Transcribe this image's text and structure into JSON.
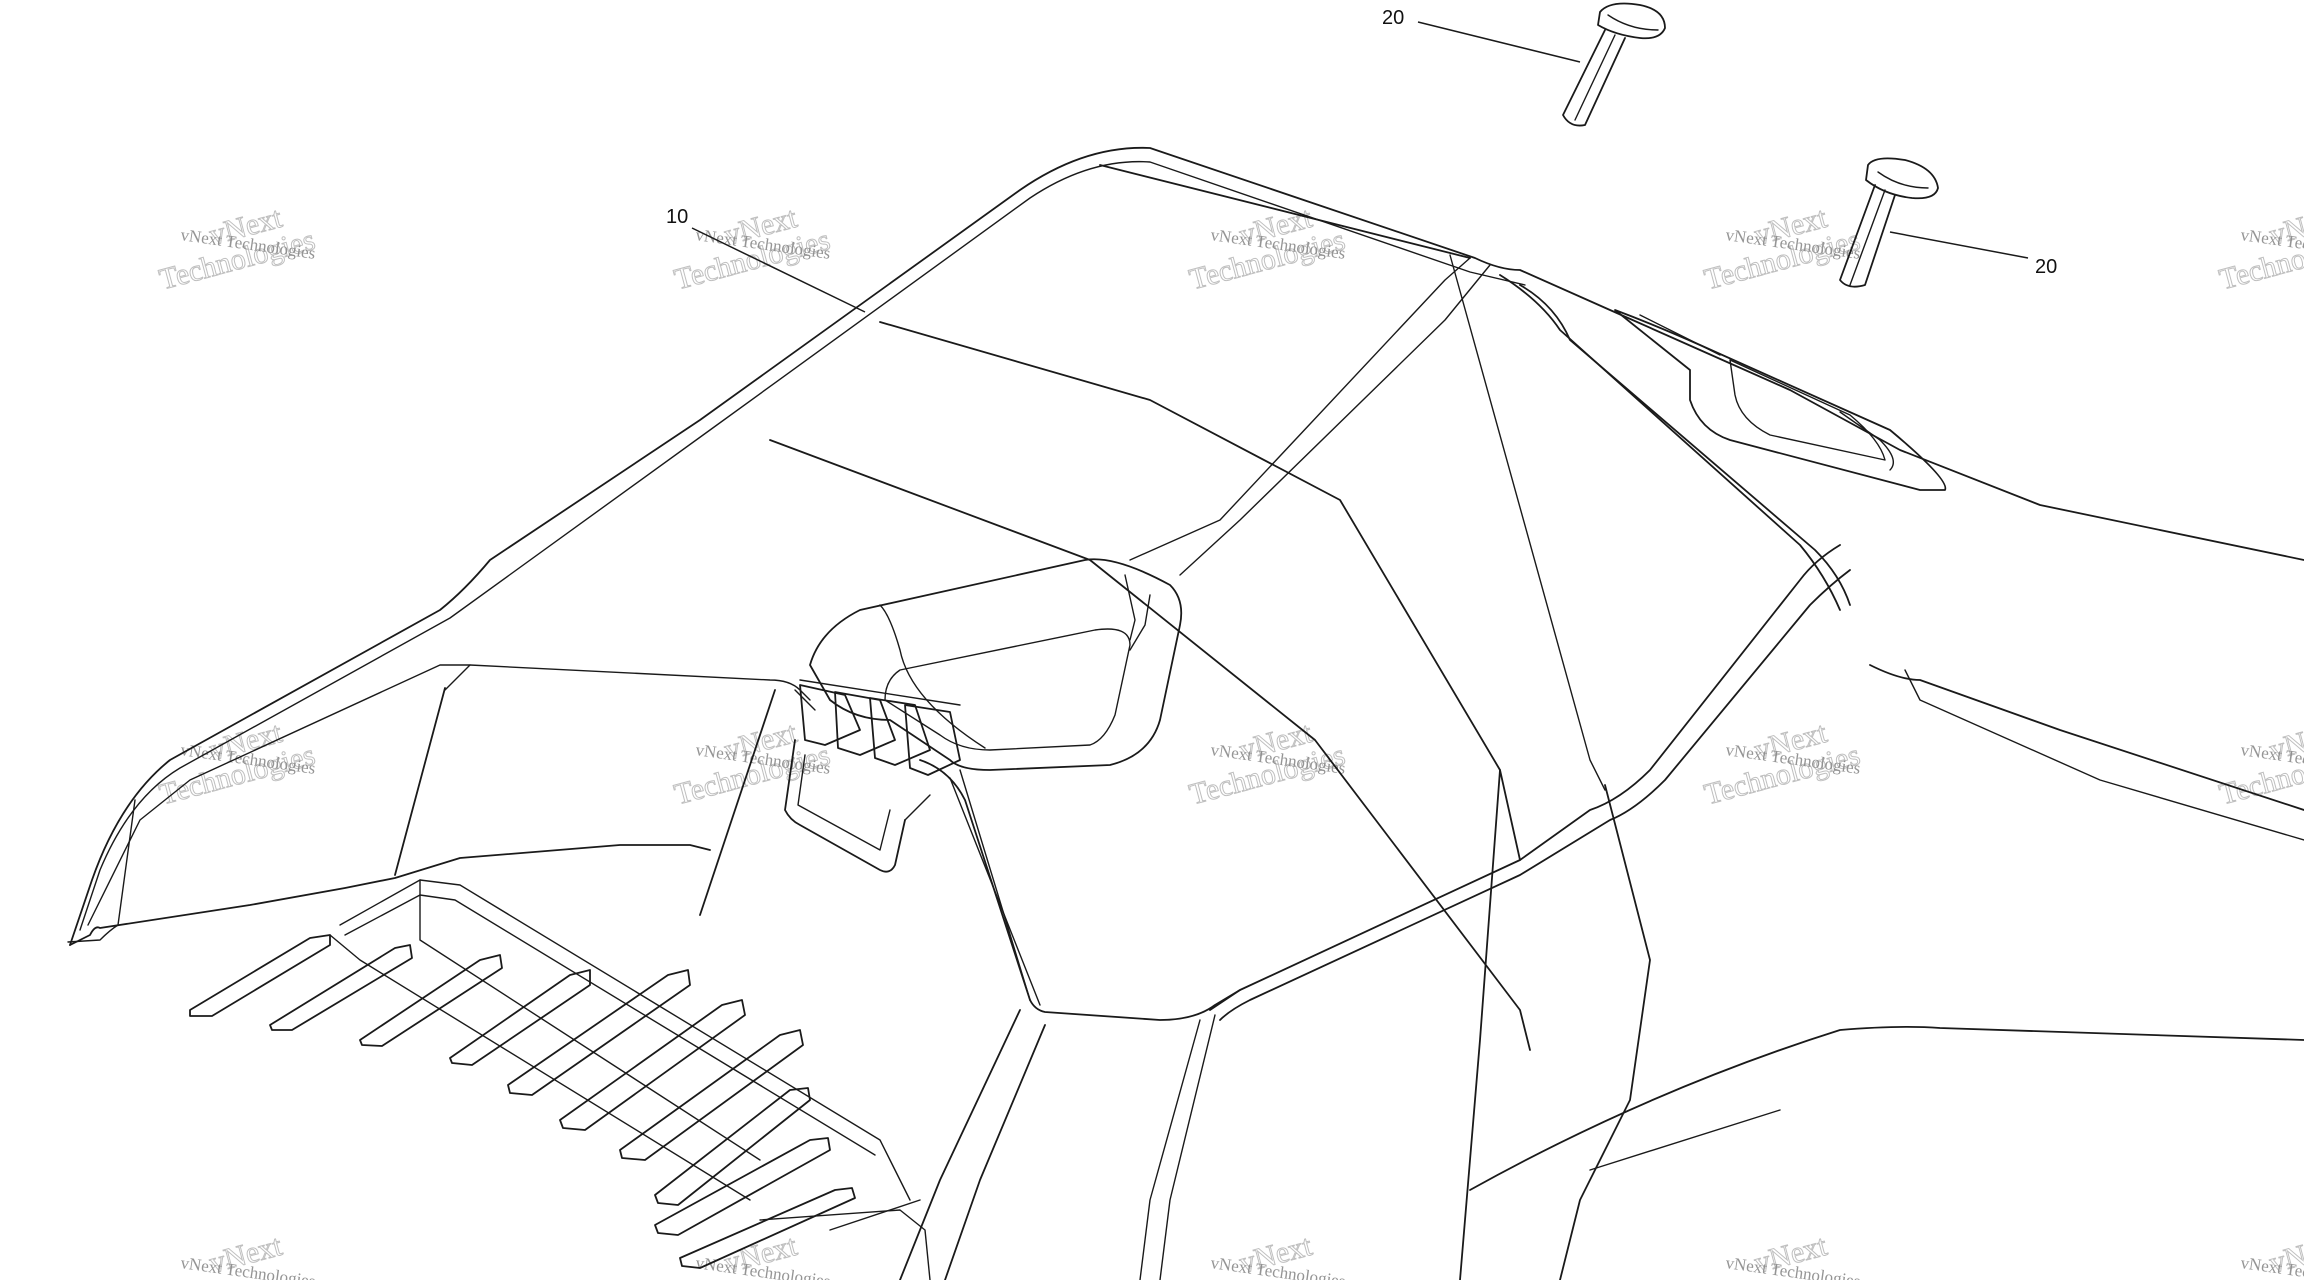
{
  "callouts": {
    "part_10": "10",
    "part_20_top": "20",
    "part_20_right": "20"
  },
  "watermark": {
    "line1": "vNext Technologies",
    "line2a": "vNext",
    "line2b": "Technologies"
  },
  "colors": {
    "line": "#1a1a1a",
    "watermark": "#b5b5b5",
    "background": "#ffffff"
  }
}
